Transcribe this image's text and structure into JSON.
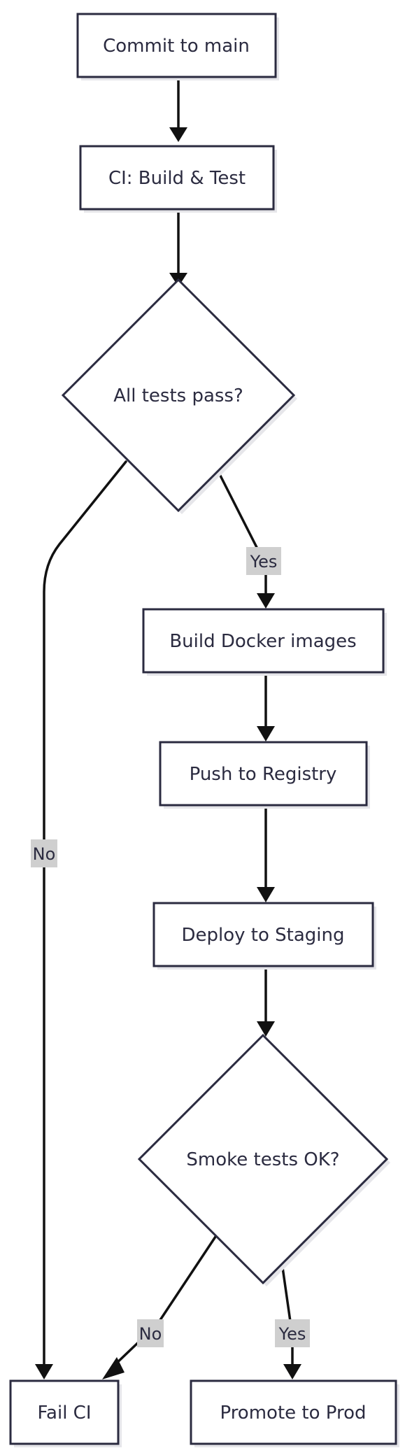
{
  "nodes": {
    "commit": "Commit to main",
    "ci_build": "CI: Build & Test",
    "tests_pass": "All tests pass?",
    "build_images": "Build Docker images",
    "push_registry": "Push to Registry",
    "deploy_staging": "Deploy to Staging",
    "smoke_tests": "Smoke tests OK?",
    "fail_ci": "Fail CI",
    "promote_prod": "Promote to Prod"
  },
  "edges": {
    "tests_yes": "Yes",
    "tests_no": "No",
    "smoke_no": "No",
    "smoke_yes": "Yes"
  }
}
